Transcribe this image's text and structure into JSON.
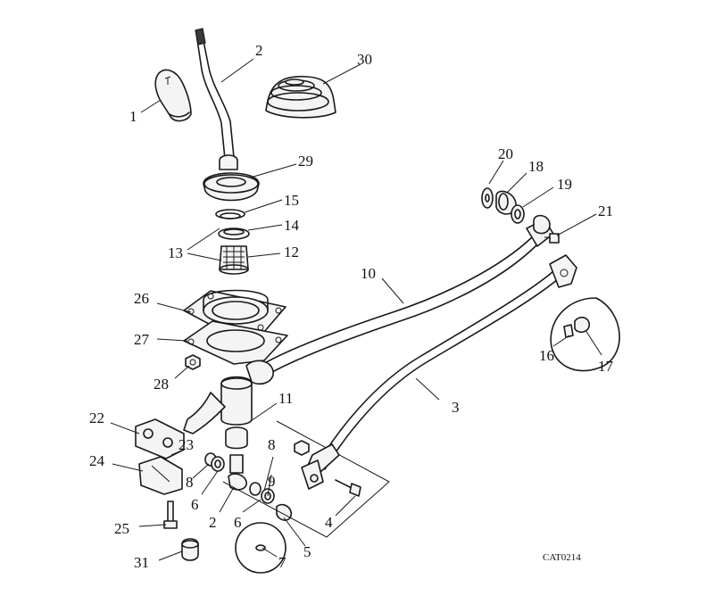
{
  "diagram_code": "CAT0214",
  "callouts": [
    "1",
    "2",
    "30",
    "29",
    "15",
    "14",
    "13",
    "12",
    "20",
    "18",
    "19",
    "21",
    "10",
    "26",
    "27",
    "28",
    "11",
    "3",
    "16",
    "17",
    "22",
    "23",
    "24",
    "8",
    "6",
    "2",
    "9",
    "8",
    "6",
    "4",
    "5",
    "25",
    "31",
    "7"
  ]
}
